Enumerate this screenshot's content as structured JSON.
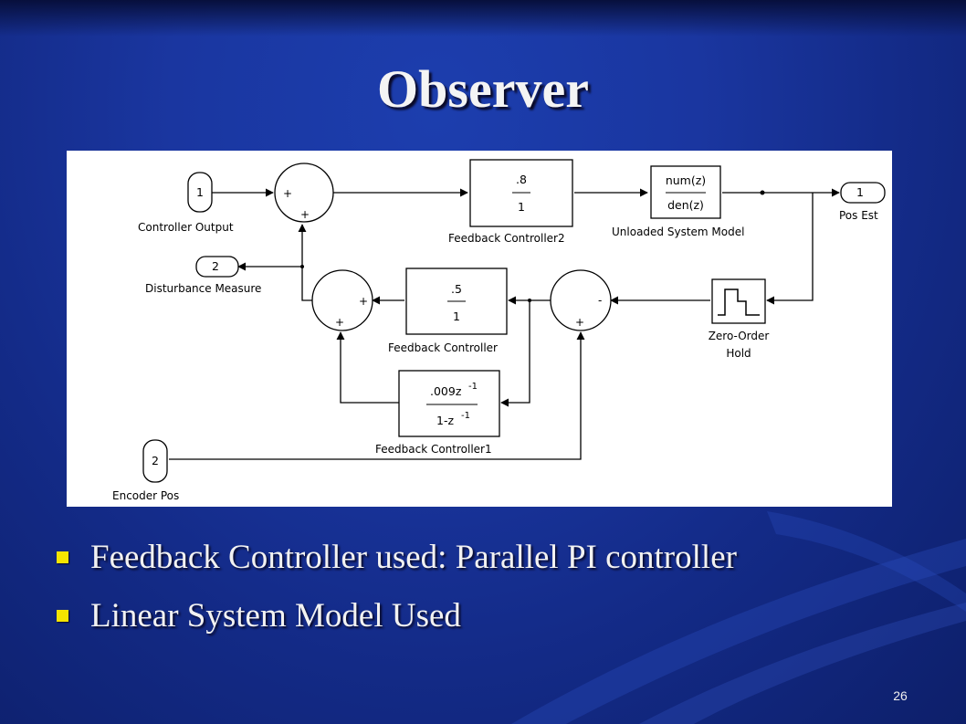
{
  "slide": {
    "title": "Observer",
    "bullets": [
      "Feedback Controller used: Parallel PI controller",
      "Linear System Model Used"
    ],
    "page_number": "26"
  },
  "diagram": {
    "ports": {
      "controller_output": {
        "number": "1",
        "label": "Controller Output"
      },
      "disturbance_measure": {
        "number": "2",
        "label": "Disturbance Measure"
      },
      "encoder_pos": {
        "number": "2",
        "label": "Encoder Pos"
      },
      "pos_est": {
        "number": "1",
        "label": "Pos Est"
      }
    },
    "blocks": {
      "feedback_controller2": {
        "numerator": ".8",
        "denominator": "1",
        "label": "Feedback Controller2"
      },
      "unloaded_system_model": {
        "numerator": "num(z)",
        "denominator": "den(z)",
        "label": "Unloaded System Model"
      },
      "feedback_controller": {
        "numerator": ".5",
        "denominator": "1",
        "label": "Feedback Controller"
      },
      "feedback_controller1": {
        "numerator": ".009z",
        "numerator_exp": "-1",
        "denominator": "1-z",
        "denominator_exp": "-1",
        "label": "Feedback Controller1"
      },
      "zero_order_hold": {
        "label_line1": "Zero-Order",
        "label_line2": "Hold"
      }
    },
    "signs": {
      "sum1_left": "+",
      "sum1_bottom": "+",
      "sum2_right": "+",
      "sum2_bottom": "+",
      "sum3_right": "-",
      "sum3_bottom": "+"
    }
  }
}
